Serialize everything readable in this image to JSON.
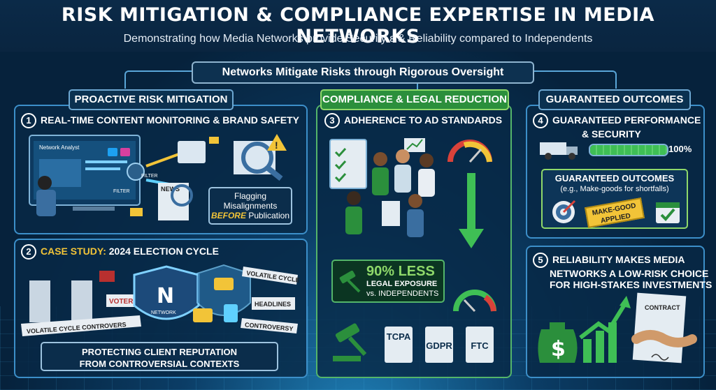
{
  "header": {
    "title": "RISK MITIGATION & COMPLIANCE EXPERTISE IN MEDIA NETWORKS",
    "subtitle": "Demonstrating how Media Networks provide Security ɛ & Reliability compared to Independents"
  },
  "banner": "Networks Mitigate Risks through Rigorous Oversight",
  "columns": [
    {
      "label": "PROACTIVE RISK MITIGATION"
    },
    {
      "label": "COMPLIANCE & LEGAL REDUCTION"
    },
    {
      "label": "GUARANTEED OUTCOMES"
    }
  ],
  "section1": {
    "number": "1",
    "title": "REAL-TIME CONTENT MONITORING & BRAND SAFETY",
    "screen_label": "Network Analyst",
    "filter_label_1": "FILTER",
    "filter_label_2": "FILTER",
    "news_label": "NEWS",
    "callout_line1": "Flagging",
    "callout_line2": "Misalignments",
    "callout_before": "BEFORE",
    "callout_after": " Publication"
  },
  "section2": {
    "number": "2",
    "title_prefix": "CASE STUDY: ",
    "title_suffix": "2024 ELECTION CYCLE",
    "voter_label": "VOTER",
    "shield_label": "NETWORK",
    "tape_left": "VOLATILE CYCLE  CONTROVERS",
    "tape_right_top": "VOLATILE CYCLE",
    "tape_headlines": "HEADLINES",
    "tape_controversy": "CONTROVERSY",
    "footer_line1": "PROTECTING CLIENT REPUTATION",
    "footer_line2": "FROM CONTROVERSIAL CONTEXTS"
  },
  "section3": {
    "number": "3",
    "title": "ADHERENCE TO AD STANDARDS",
    "stat_value": "90% LESS",
    "stat_line2": "LEGAL EXPOSURE",
    "stat_line3": "vs. INDEPENDENTS",
    "badges": [
      "TCPA",
      "GDPR",
      "FTC"
    ]
  },
  "section4": {
    "number": "4",
    "title_line1": "GUARANTEED PERFORMANCE",
    "title_line2": "& SECURITY",
    "progress_percent": 100,
    "progress_label": "100%",
    "box_title": "GUARANTEED OUTCOMES",
    "box_subtitle": "(e.g., Make-goods for shortfalls)",
    "stamp_line1": "MAKE-GOOD",
    "stamp_line2": "APPLIED"
  },
  "section5": {
    "number": "5",
    "title_line1": "RELIABILITY MAKES MEDIA",
    "title_line2": "NETWORKS A LOW-RISK CHOICE",
    "title_line3": "FOR HIGH-STAKES INVESTMENTS",
    "contract_label": "CONTRACT"
  },
  "colors": {
    "accent_yellow": "#f2c438",
    "accent_green": "#2b8f3c",
    "panel_border": "#3c8fc9",
    "background": "#06223c"
  }
}
